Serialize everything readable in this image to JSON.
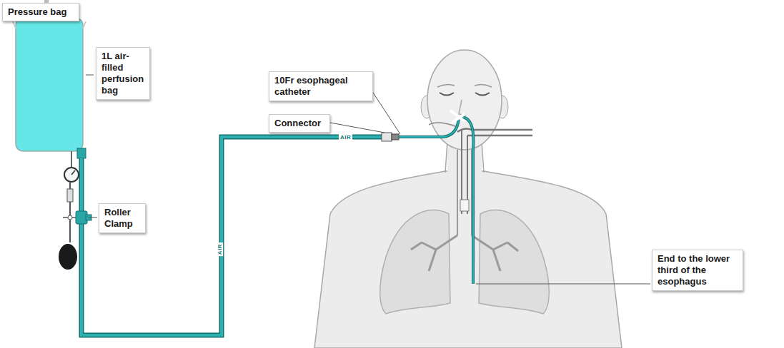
{
  "diagram": {
    "nodes": [
      {
        "text": [
          "Pressure bag"
        ]
      },
      {
        "text": [
          "1L air-filled perfusion bag"
        ]
      },
      {
        "text": [
          "10Fr esophageal catheter"
        ]
      },
      {
        "text": [
          "Connector"
        ]
      },
      {
        "text": [
          "Roller Clamp"
        ]
      },
      {
        "text": [
          "End to the lower third of the esophagus"
        ]
      }
    ],
    "labels": [
      "AIR",
      "AIR"
    ]
  }
}
